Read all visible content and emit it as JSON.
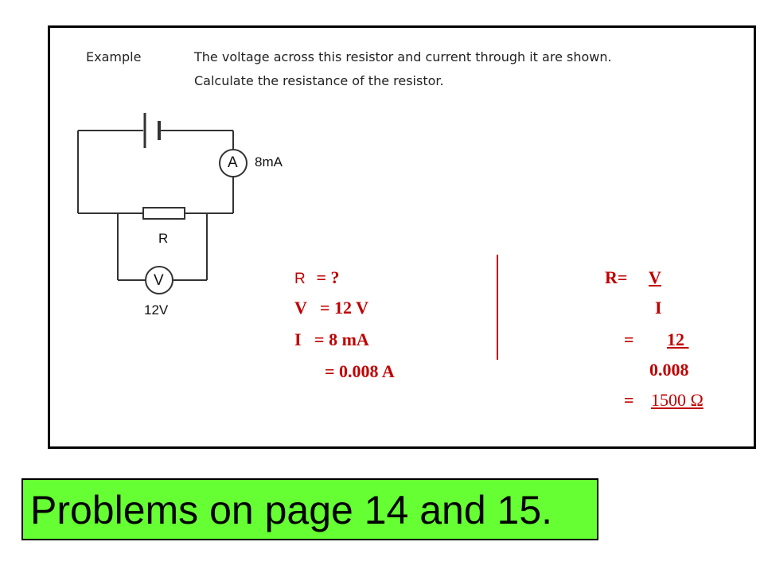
{
  "example": {
    "label": "Example",
    "line1": "The voltage across this resistor and current through it are shown.",
    "line2": "Calculate the resistance of the resistor."
  },
  "circuit": {
    "ammeter_symbol": "A",
    "ammeter_reading": "8mA",
    "resistor_label": "R",
    "voltmeter_symbol": "V",
    "voltmeter_reading": "12V"
  },
  "given": {
    "r_symbol": "R",
    "r_value": " = ?",
    "v_line": "V   = 12 V",
    "i_line": "I   = 8 mA",
    "i_converted": "= 0.008 A"
  },
  "calculation": {
    "formula_lhs": "R= ",
    "formula_num": "V",
    "formula_den": "I",
    "sub_eq": "=  ",
    "sub_num": "12 ",
    "sub_den": "0.008",
    "result_eq": "= ",
    "result_value": "1500 Ω"
  },
  "banner": {
    "text": "Problems on page 14 and 15.",
    "color": "#66ff33"
  },
  "colors": {
    "accent": "#c00000"
  }
}
